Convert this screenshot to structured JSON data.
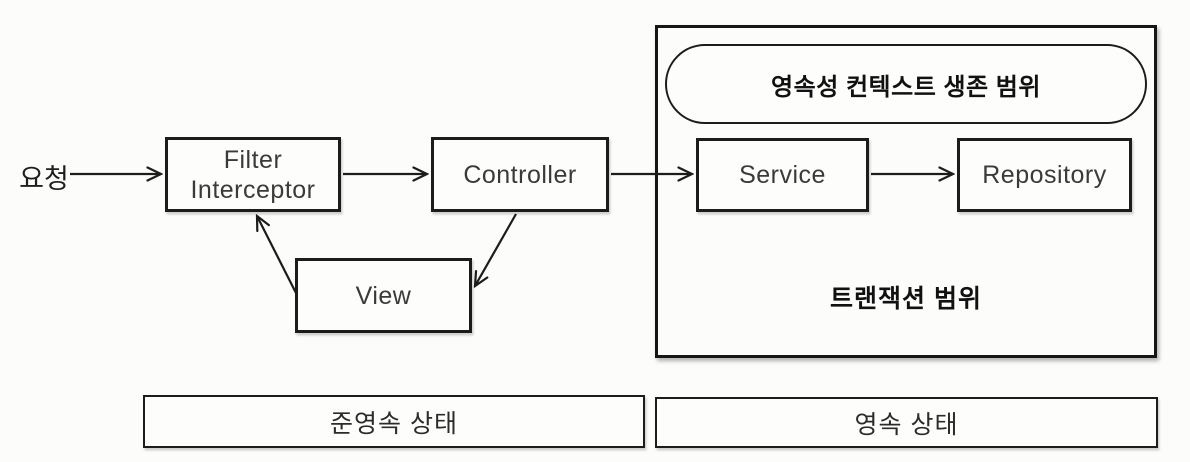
{
  "diagram": {
    "title_semantic": "JPA persistence context scope diagram",
    "request_label": "요청",
    "nodes": {
      "filter_interceptor": {
        "line1": "Filter",
        "line2": "Interceptor"
      },
      "controller": "Controller",
      "service": "Service",
      "repository": "Repository",
      "view": "View"
    },
    "persistence_scope": {
      "context_pill_label": "영속성 컨텍스트 생존 범위",
      "transaction_label": "트랜잭션 범위"
    },
    "states": {
      "detached": "준영속 상태",
      "persistent": "영속 상태"
    },
    "edges": [
      {
        "from": "요청",
        "to": "Filter/Interceptor",
        "style": "arrow"
      },
      {
        "from": "Filter/Interceptor",
        "to": "Controller",
        "style": "arrow"
      },
      {
        "from": "Controller",
        "to": "Service",
        "style": "arrow"
      },
      {
        "from": "Service",
        "to": "Repository",
        "style": "arrow"
      },
      {
        "from": "Controller",
        "to": "View",
        "style": "arrow"
      },
      {
        "from": "View",
        "to": "Filter/Interceptor",
        "style": "arrow"
      }
    ],
    "colors": {
      "background": "#fcfcfb",
      "line": "#1c1c1c",
      "node_border": "#1c1c1c",
      "node_text": "#3a3a3a",
      "bold_text": "#111111"
    }
  }
}
